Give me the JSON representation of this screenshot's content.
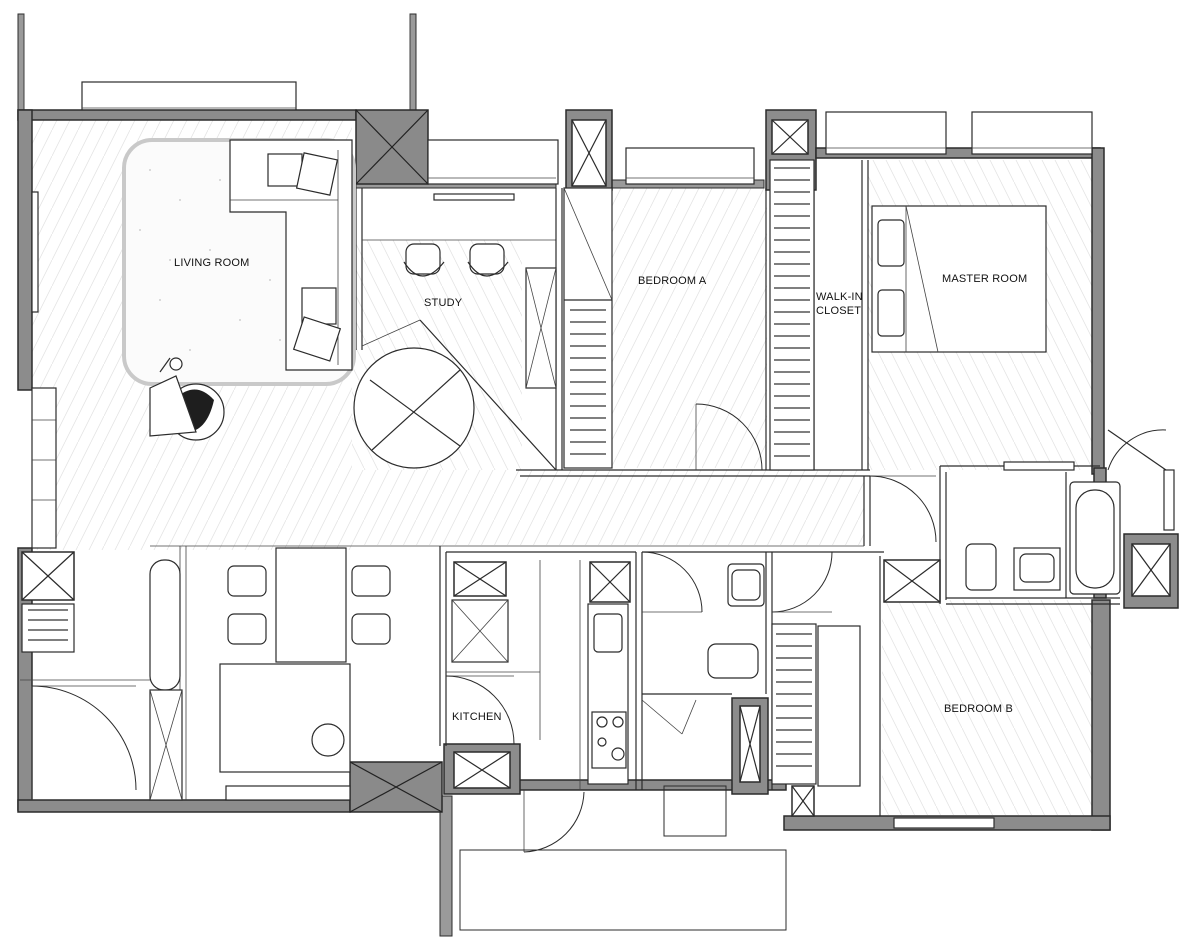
{
  "floor_plan": {
    "rooms": {
      "living_room": "LIVING ROOM",
      "study": "STUDY",
      "bedroom_a": "BEDROOM A",
      "walk_in_closet_line1": "WALK-IN",
      "walk_in_closet_line2": "CLOSET",
      "master_room": "MASTER  ROOM",
      "kitchen": "KITCHEN",
      "bedroom_b": "BEDROOM B"
    }
  }
}
